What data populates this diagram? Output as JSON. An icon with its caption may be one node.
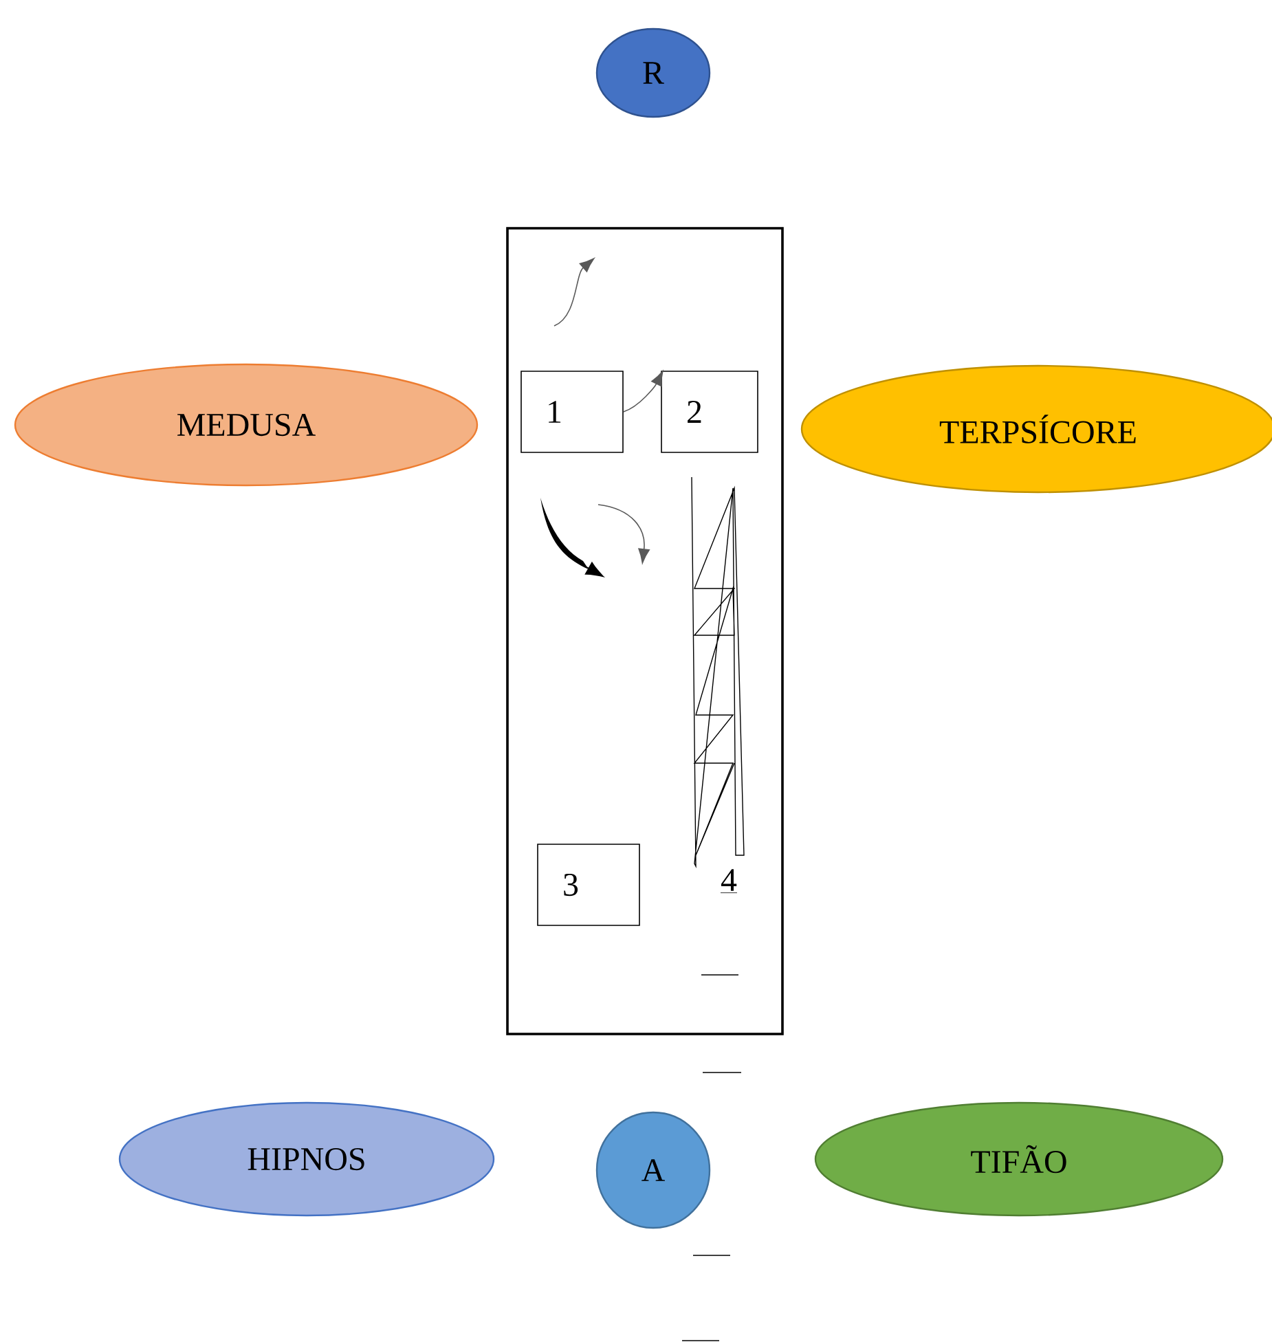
{
  "diagram": {
    "nodes": [
      {
        "text": [
          "R"
        ]
      },
      {
        "text": [],
        "shape": "box"
      },
      {
        "text": [
          "1"
        ],
        "in": 1
      },
      {
        "text": [
          "2"
        ],
        "in": 1
      },
      {
        "text": [
          "3"
        ],
        "in": 1
      },
      {
        "text": [
          "MEDUSA"
        ]
      },
      {
        "text": [
          "TERPSÍCORE"
        ]
      },
      {
        "text": [
          "HIPNOS"
        ]
      },
      {
        "text": [
          "A"
        ]
      },
      {
        "text": [
          "TIFÃO"
        ]
      }
    ],
    "edges": [
      {
        "from": 2,
        "to": 3,
        "arrow": "to"
      }
    ],
    "labels": [
      "4"
    ]
  }
}
